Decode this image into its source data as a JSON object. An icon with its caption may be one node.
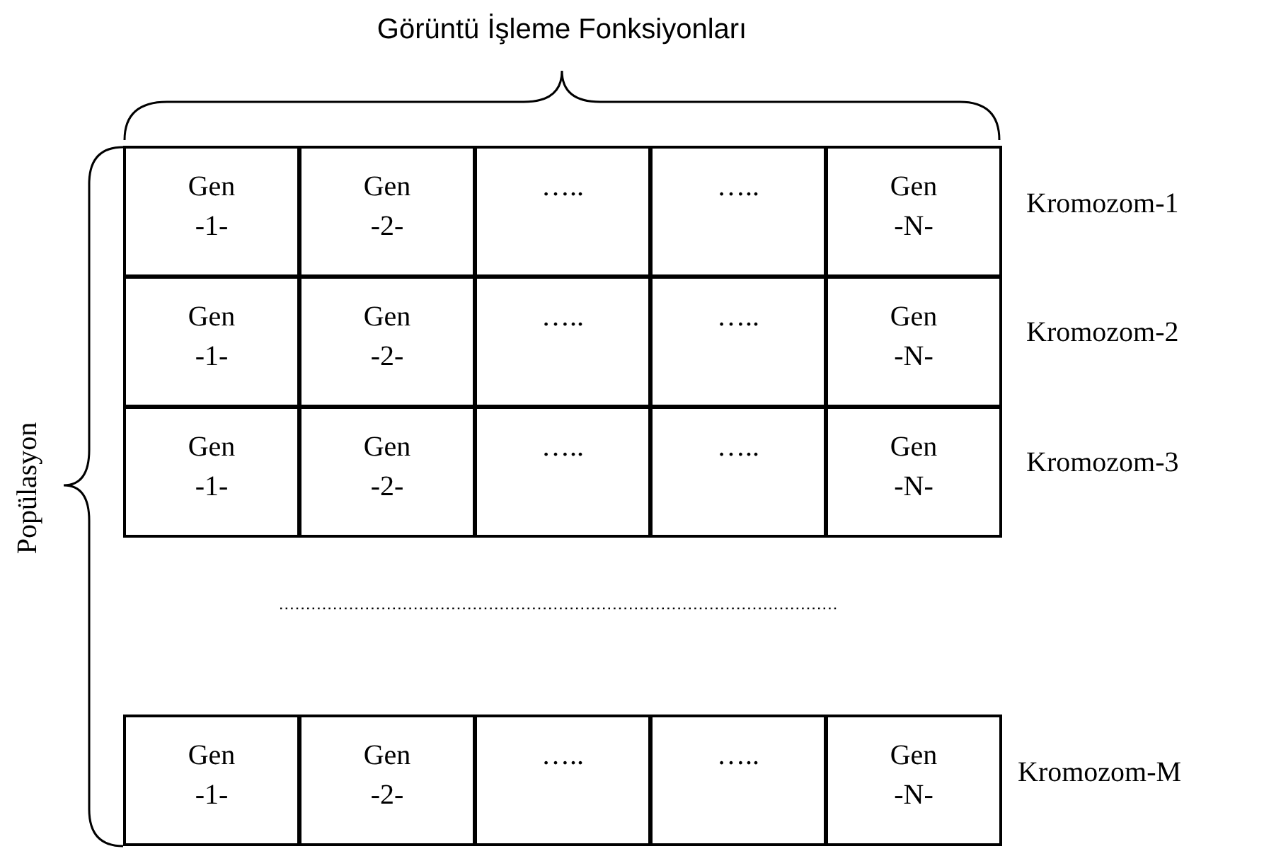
{
  "diagram": {
    "title": "Görüntü İşleme Fonksiyonları",
    "nodes": [
      {
        "text": [
          "Gen -1-"
        ]
      },
      {
        "text": [
          "Gen -2-"
        ]
      },
      {
        "text": [
          "….."
        ]
      },
      {
        "text": [
          "….."
        ]
      },
      {
        "text": [
          "Gen -N-"
        ]
      },
      {
        "text": [
          "Gen -1-"
        ]
      },
      {
        "text": [
          "Gen -2-"
        ]
      },
      {
        "text": [
          "….."
        ]
      },
      {
        "text": [
          "….."
        ]
      },
      {
        "text": [
          "Gen -N-"
        ]
      },
      {
        "text": [
          "Gen -1-"
        ]
      },
      {
        "text": [
          "Gen -2-"
        ]
      },
      {
        "text": [
          "….."
        ]
      },
      {
        "text": [
          "….."
        ]
      },
      {
        "text": [
          "Gen -N-"
        ]
      },
      {
        "text": [
          "Gen -1-"
        ]
      },
      {
        "text": [
          "Gen -2-"
        ]
      },
      {
        "text": [
          "….."
        ]
      },
      {
        "text": [
          "….."
        ]
      },
      {
        "text": [
          "Gen -N-"
        ]
      }
    ],
    "labels": [
      "Kromozom-1",
      "Kromozom-2",
      "Kromozom-3",
      "Popülasyon",
      "Kromozom-M"
    ]
  }
}
